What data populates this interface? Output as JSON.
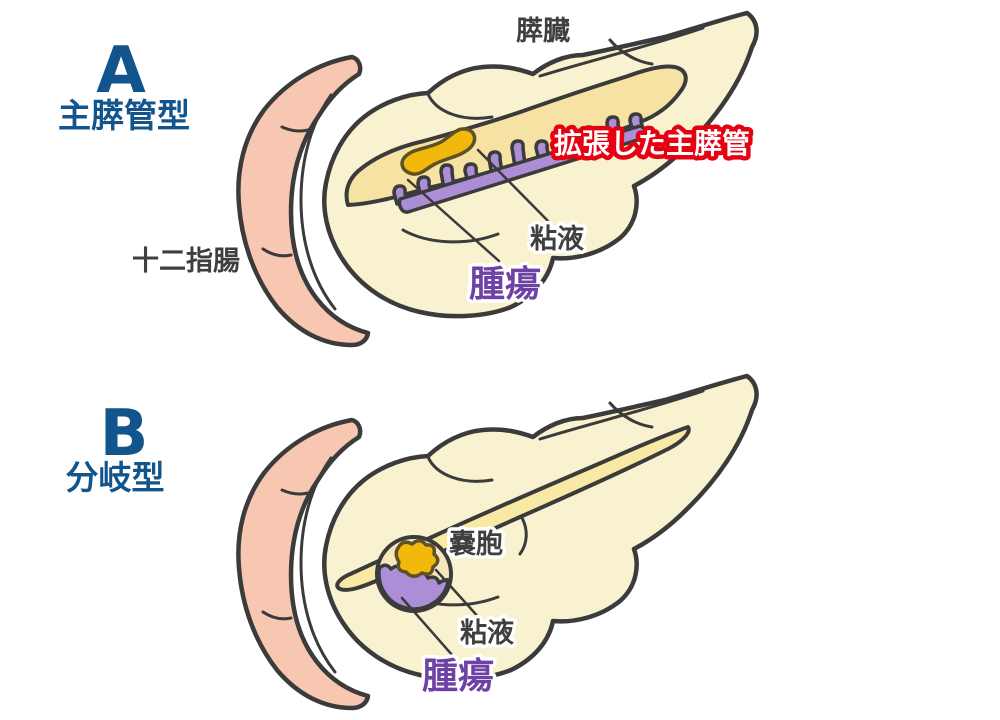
{
  "title": "IPMN types pancreas illustration",
  "colors": {
    "background": "#ffffff",
    "outline": "#3b3b3b",
    "pancreas": "#f8f2d0",
    "duodenum": "#f8c7b2",
    "duct_a": "#f6e2a2",
    "duct_b": "#f8e9a4",
    "mucus": "#f2b80c",
    "mucus_outline": "#5d5226",
    "tumor": "#ab8ed6",
    "cyst_fill": "#f5e7bb",
    "heading_blue": "#12548c",
    "label_gray": "#3f3f3f",
    "tumor_text": "#6d41a5",
    "highlight_red": "#e60012"
  },
  "panels": [
    {
      "id": "A",
      "letter": "A",
      "type_label": "主膵管型",
      "labels": {
        "organ": "膵臓",
        "duodenum": "十二指腸",
        "highlight": "拡張した主膵管",
        "mucus": "粘液",
        "tumor": "腫瘍"
      }
    },
    {
      "id": "B",
      "letter": "B",
      "type_label": "分岐型",
      "labels": {
        "cyst": "嚢胞",
        "mucus": "粘液",
        "tumor": "腫瘍"
      }
    }
  ]
}
